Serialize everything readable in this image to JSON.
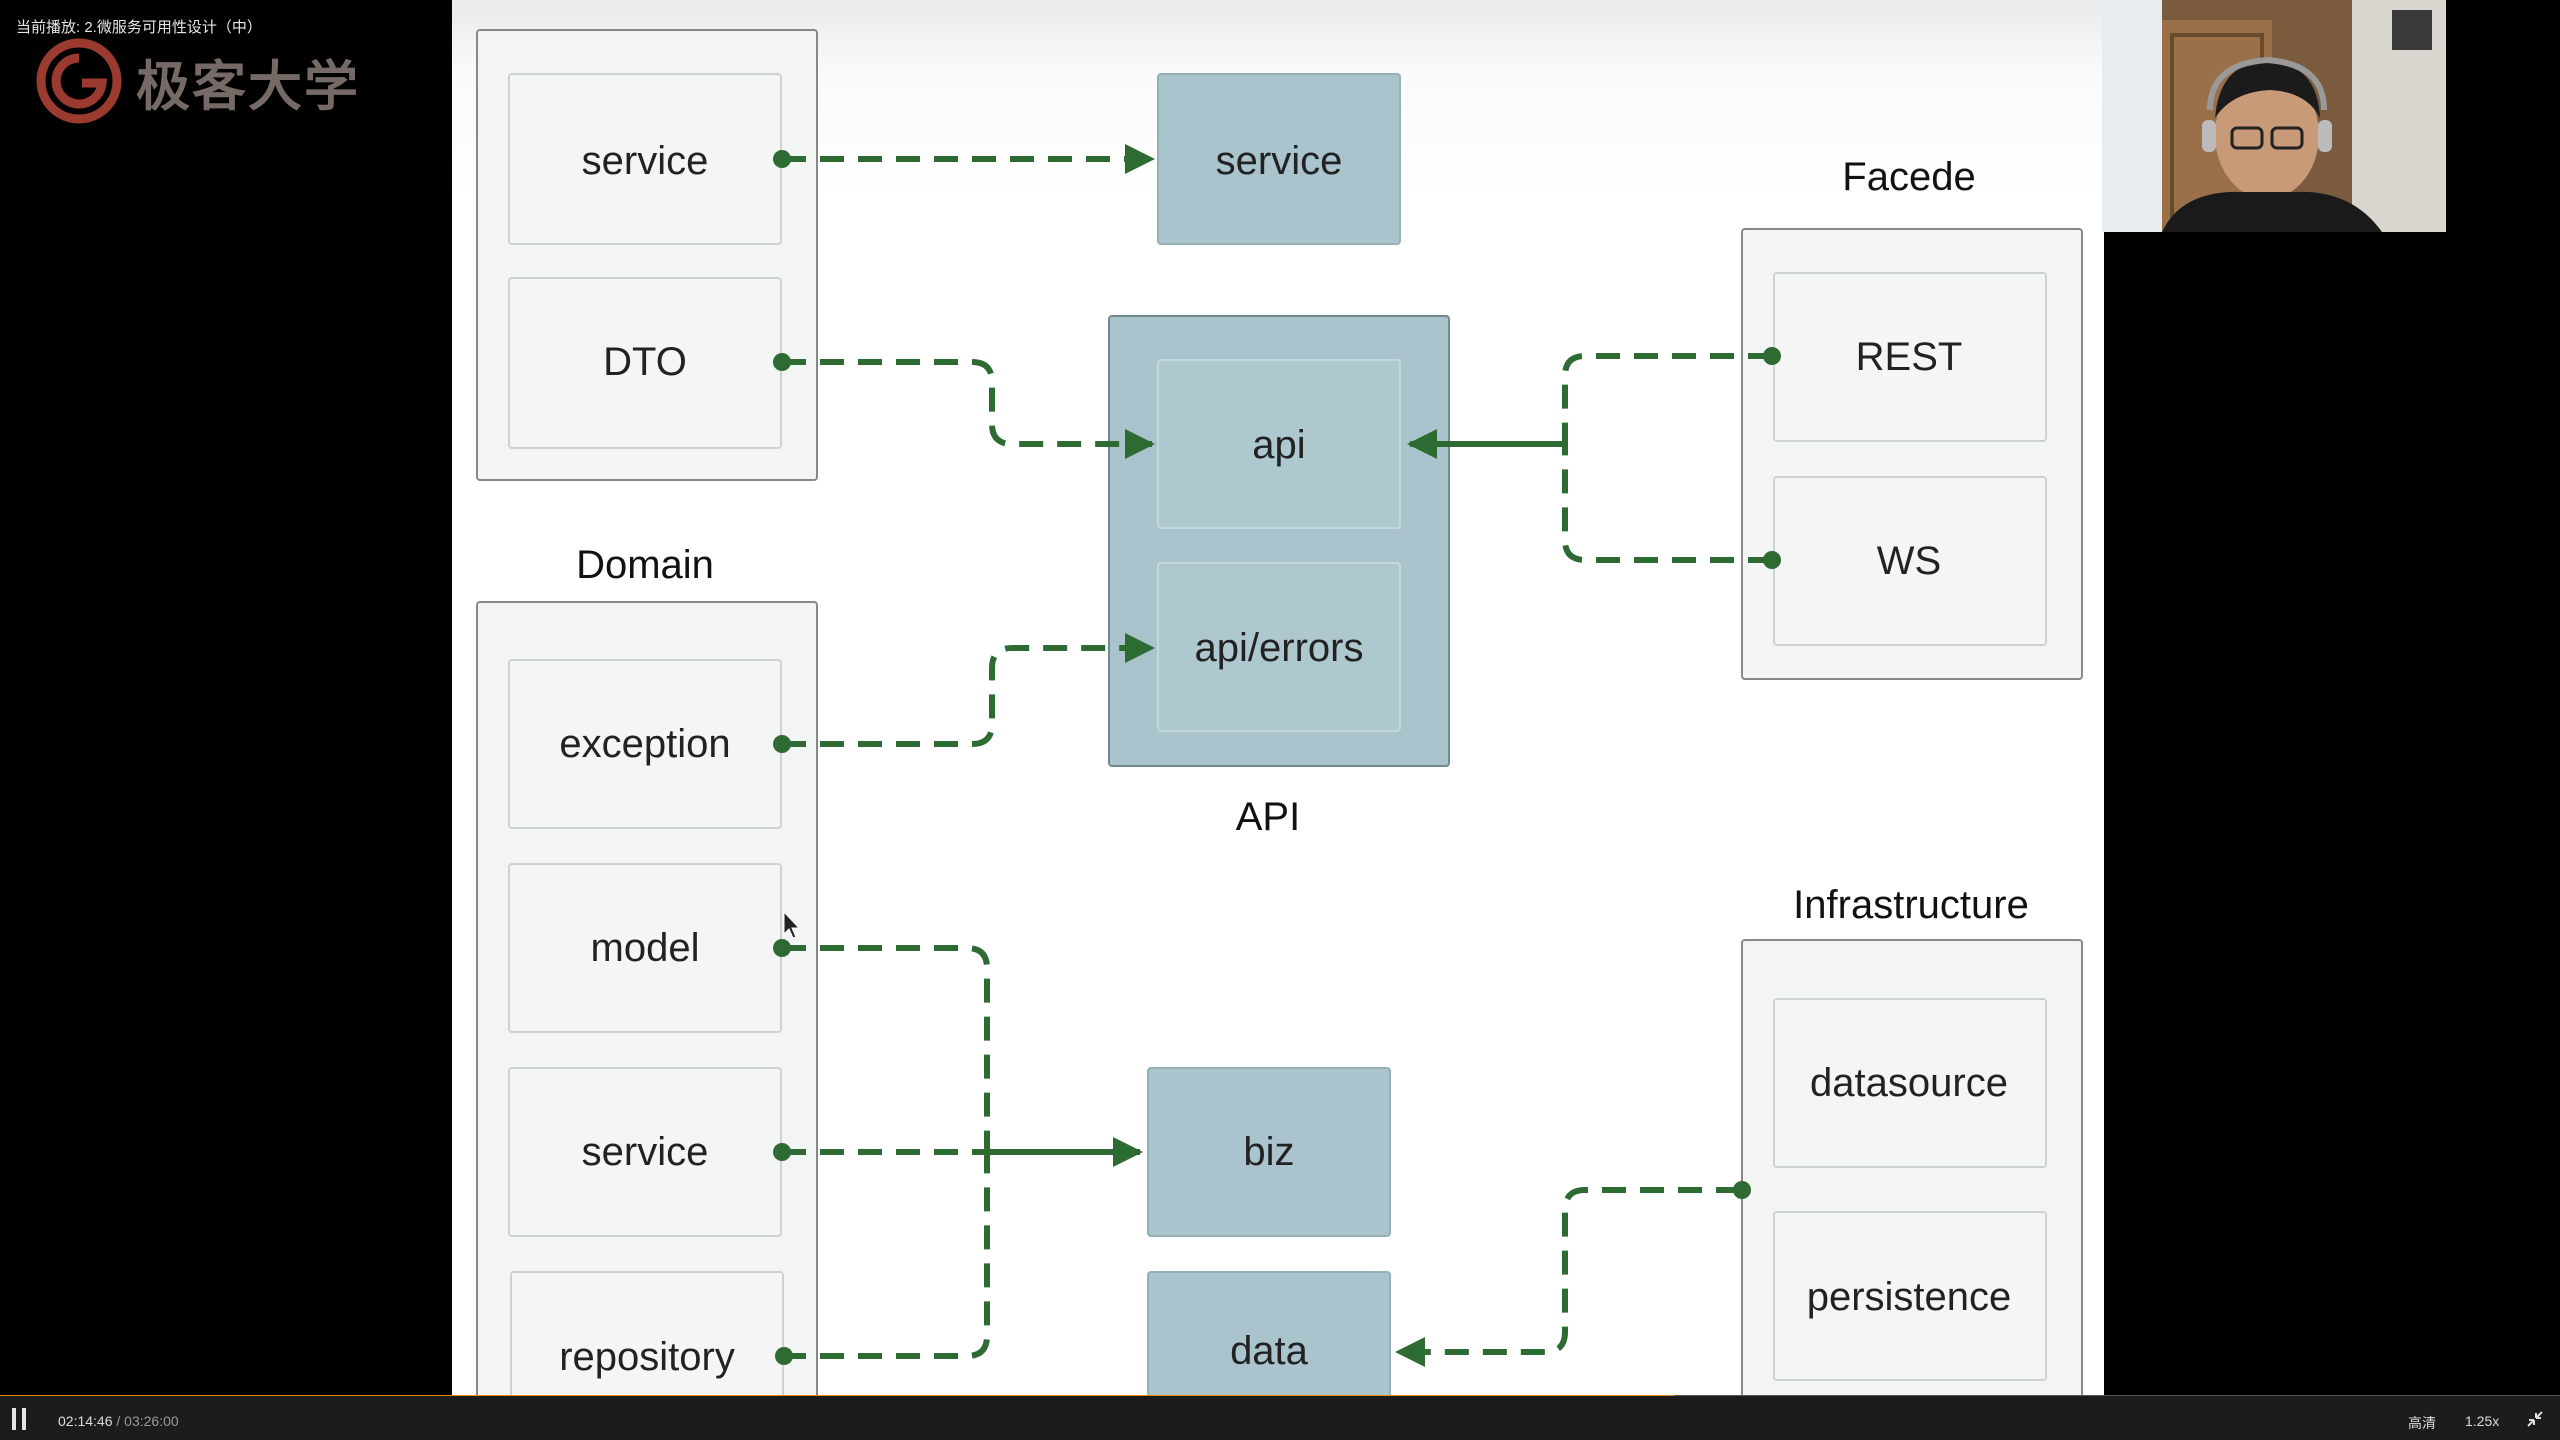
{
  "player": {
    "now_playing": "当前播放: 2.微服务可用性设计（中）",
    "logo_text": "极客大学",
    "time_current": "02:14:46",
    "time_separator": " / ",
    "time_total": "03:26:00",
    "quality": "高清",
    "speed": "1.25x",
    "progress_fraction": 0.654,
    "accent_color": "#e88a18"
  },
  "diagram": {
    "top_left_boxes": [
      "service",
      "DTO"
    ],
    "service_external": "service",
    "api_group": {
      "label": "API",
      "items": [
        "api",
        "api/errors"
      ]
    },
    "facade": {
      "label": "Facede",
      "items": [
        "REST",
        "WS"
      ]
    },
    "domain": {
      "label": "Domain",
      "items": [
        "exception",
        "model",
        "service",
        "repository"
      ]
    },
    "biz": "biz",
    "data": "data",
    "infrastructure": {
      "label": "Infrastructure",
      "items": [
        "datasource",
        "persistence"
      ]
    },
    "arrow_color": "#2e6b33",
    "box_fill": "#a9c4cc"
  },
  "webcam": {
    "icon": "presenter-video"
  }
}
